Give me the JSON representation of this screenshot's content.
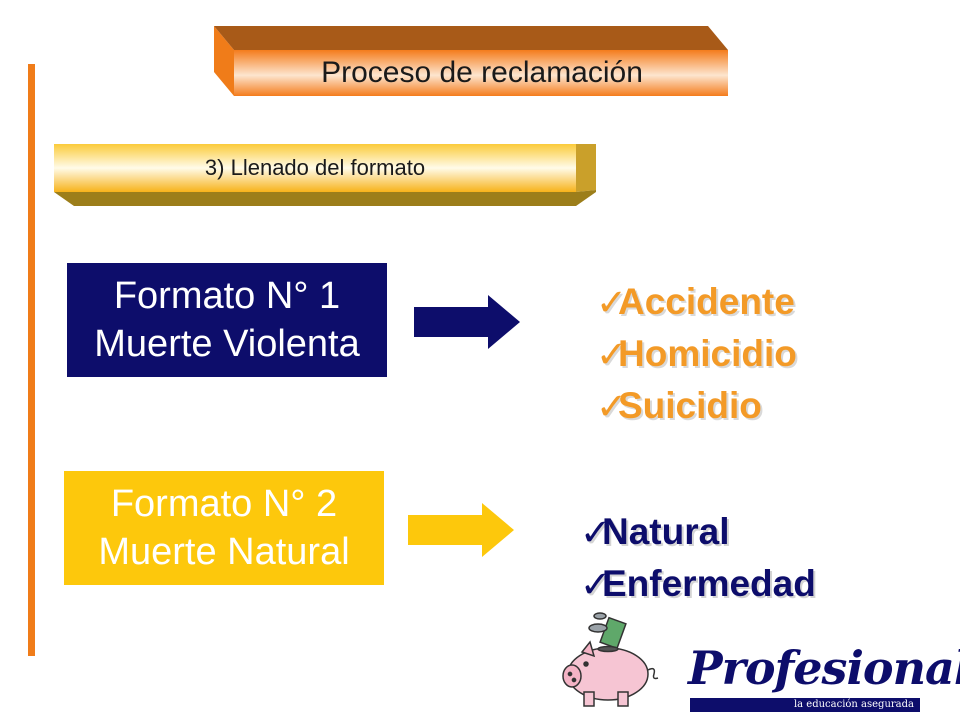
{
  "header": {
    "title": "Proceso de reclamación"
  },
  "step": {
    "label": "3) Llenado del formato"
  },
  "formats": [
    {
      "line1": "Formato N° 1",
      "line2": "Muerte Violenta"
    },
    {
      "line1": "Formato N° 2",
      "line2": "Muerte Natural"
    }
  ],
  "violent_causes": [
    "Accidente",
    "Homicidio",
    "Suicidio"
  ],
  "natural_causes": [
    "Natural",
    "Enfermedad"
  ],
  "logo": {
    "name": "Profesional",
    "tagline": "la educación asegurada"
  },
  "colors": {
    "accent_orange": "#f07c19",
    "navy": "#0d0d6b",
    "gold": "#fdc80c",
    "list_orange": "#f39a27"
  },
  "icons": [
    "check-icon",
    "right-arrow-icon",
    "piggy-bank-icon"
  ]
}
